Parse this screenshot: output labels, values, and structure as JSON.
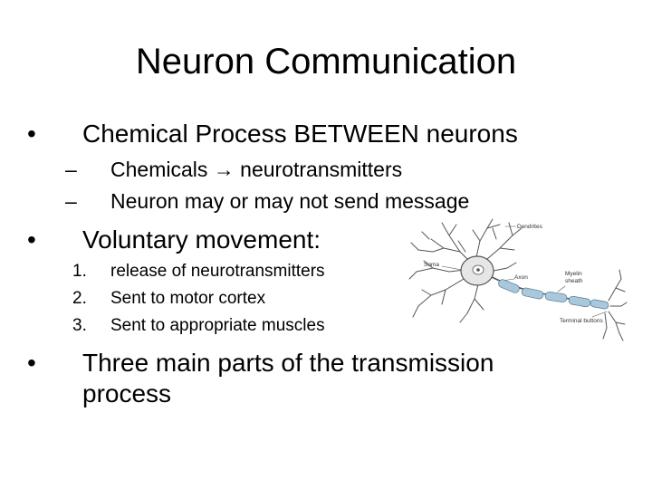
{
  "slide": {
    "title": "Neuron Communication",
    "bullet_symbol": "•",
    "bullet1": {
      "text": "Chemical Process BETWEEN neurons",
      "sub": [
        {
          "dash": "–",
          "before": "Chemicals",
          "arrow": "→",
          "after": "neurotransmitters"
        },
        {
          "dash": "–",
          "text": "Neuron may or may not send message"
        }
      ]
    },
    "bullet2": {
      "text": "Voluntary movement:",
      "steps": [
        {
          "num": "1.",
          "text": "release of neurotransmitters"
        },
        {
          "num": "2.",
          "text": "Sent to motor cortex"
        },
        {
          "num": "3.",
          "text": "Sent to appropriate muscles"
        }
      ]
    },
    "bullet3": {
      "text": "Three main parts of the transmission process"
    }
  },
  "diagram": {
    "labels": {
      "dendrites": "Dendrites",
      "soma": "Soma",
      "axon": "Axon",
      "myelin_line1": "Myelin",
      "myelin_line2": "sheath",
      "terminal": "Terminal buttons"
    },
    "colors": {
      "ink": "#555555",
      "myelin": "#a9c8dc"
    }
  }
}
